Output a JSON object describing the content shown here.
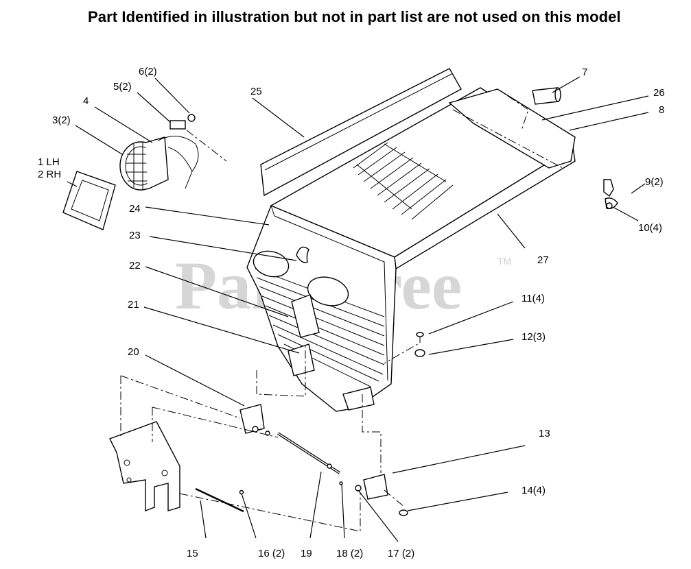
{
  "heading": "Part Identified in illustration but not in part list are not used on this model",
  "watermark": {
    "text": "PartsTree",
    "tm": "TM"
  },
  "callouts": [
    {
      "id": "c6",
      "label": "6(2)"
    },
    {
      "id": "c5",
      "label": "5(2)"
    },
    {
      "id": "c4",
      "label": "4"
    },
    {
      "id": "c3",
      "label": "3(2)"
    },
    {
      "id": "c1",
      "label": "1 LH"
    },
    {
      "id": "c2",
      "label": "2 RH"
    },
    {
      "id": "c25",
      "label": "25"
    },
    {
      "id": "c7",
      "label": "7"
    },
    {
      "id": "c26",
      "label": "26"
    },
    {
      "id": "c8",
      "label": "8"
    },
    {
      "id": "c9",
      "label": "9(2)"
    },
    {
      "id": "c10",
      "label": "10(4)"
    },
    {
      "id": "c24",
      "label": "24"
    },
    {
      "id": "c23",
      "label": "23"
    },
    {
      "id": "c27",
      "label": "27"
    },
    {
      "id": "c22",
      "label": "22"
    },
    {
      "id": "c11",
      "label": "11(4)"
    },
    {
      "id": "c21",
      "label": "21"
    },
    {
      "id": "c12",
      "label": "12(3)"
    },
    {
      "id": "c20",
      "label": "20"
    },
    {
      "id": "c13",
      "label": "13"
    },
    {
      "id": "c14",
      "label": "14(4)"
    },
    {
      "id": "c15",
      "label": "15"
    },
    {
      "id": "c16",
      "label": "16 (2)"
    },
    {
      "id": "c19",
      "label": "19"
    },
    {
      "id": "c18",
      "label": "18 (2)"
    },
    {
      "id": "c17",
      "label": "17 (2)"
    }
  ]
}
